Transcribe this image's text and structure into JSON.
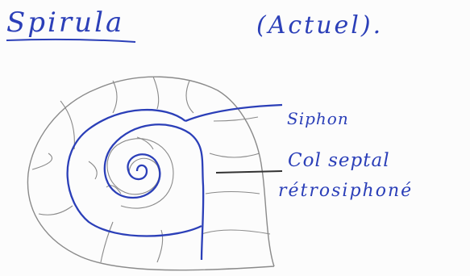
{
  "title": "Spirula",
  "subtitle": "(Actuel).",
  "labels": {
    "siphon": "Siphon",
    "col_septal_line1": "Col septal",
    "col_septal_line2": "rétrosiphoné"
  },
  "colors": {
    "ink_blue": "#2b3fb8",
    "pencil": "#8a8a8a",
    "leader_line": "#333333"
  }
}
